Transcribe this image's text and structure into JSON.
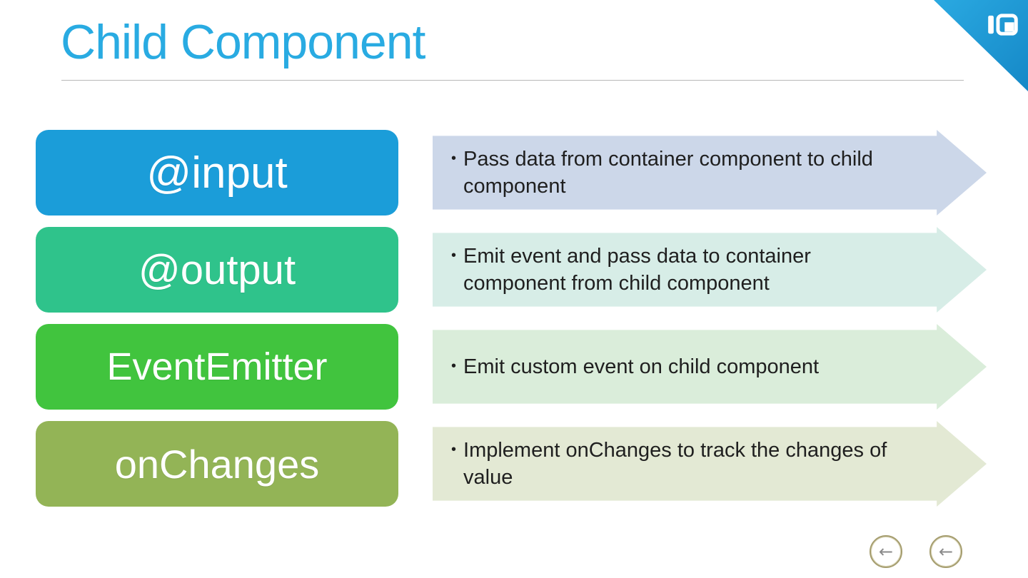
{
  "title": {
    "text": "Child Component",
    "color": "#29ABE2"
  },
  "bullet": "•",
  "rows": [
    {
      "label": "@input",
      "label_bg": "#1B9DD9",
      "band_bg": "#CCD7E9",
      "text": "Pass data from container component to child component"
    },
    {
      "label": "@output",
      "label_bg": "#2FC38B",
      "band_bg": "#D7EDE7",
      "text": "Emit event and pass data to container component from child component"
    },
    {
      "label": "EventEmitter",
      "label_bg": "#41C43E",
      "band_bg": "#DAEDDA",
      "text": "Emit custom event on  child component"
    },
    {
      "label": "onChanges",
      "label_bg": "#93B456",
      "band_bg": "#E3E9D4",
      "text": "Implement onChanges to track the changes of value"
    }
  ],
  "nav": {
    "back1": "←",
    "back2": "←"
  }
}
